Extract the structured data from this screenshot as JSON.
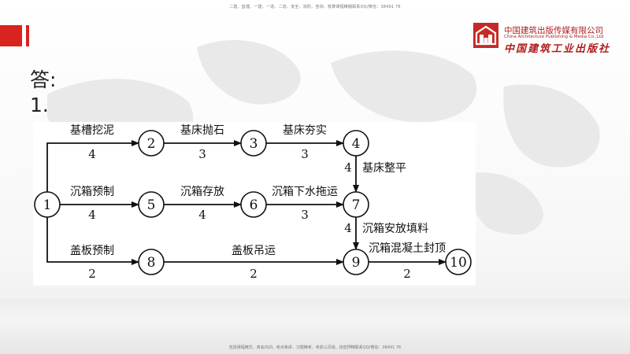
{
  "header": {
    "top_note": "二建、监理、一建、一造、二造、安全、消防、咨询、核算课程精髓联系QQ/微信：38491 76"
  },
  "footer": {
    "bottom_note": "包括课程精华、真会内训、考点串讲、习题精考、考前三页纸、抢密押精联系QQ/微信：38491 76"
  },
  "logo": {
    "name_cn": "中国建筑出版传媒有限公司",
    "name_en": "China Architecture Publishing & Media Co.,Ltd",
    "name_calligraphy": "中国建筑工业出版社"
  },
  "content": {
    "answer_label": "答:",
    "item_number": "1."
  },
  "network": {
    "nodes": [
      {
        "id": "1",
        "label": "1"
      },
      {
        "id": "2",
        "label": "2"
      },
      {
        "id": "3",
        "label": "3"
      },
      {
        "id": "4",
        "label": "4"
      },
      {
        "id": "5",
        "label": "5"
      },
      {
        "id": "6",
        "label": "6"
      },
      {
        "id": "7",
        "label": "7"
      },
      {
        "id": "8",
        "label": "8"
      },
      {
        "id": "9",
        "label": "9"
      },
      {
        "id": "10",
        "label": "10"
      }
    ],
    "activities": [
      {
        "from": "1",
        "to": "2",
        "name": "基槽挖泥",
        "duration": "4"
      },
      {
        "from": "2",
        "to": "3",
        "name": "基床抛石",
        "duration": "3"
      },
      {
        "from": "3",
        "to": "4",
        "name": "基床夯实",
        "duration": "3"
      },
      {
        "from": "4",
        "to": "7",
        "name": "基床整平",
        "duration": "4"
      },
      {
        "from": "1",
        "to": "5",
        "name": "沉箱预制",
        "duration": "4"
      },
      {
        "from": "5",
        "to": "6",
        "name": "沉箱存放",
        "duration": "4"
      },
      {
        "from": "6",
        "to": "7",
        "name": "沉箱下水拖运",
        "duration": "3"
      },
      {
        "from": "7",
        "to": "9",
        "name": "沉箱安放填料",
        "duration": "4"
      },
      {
        "from": "1",
        "to": "8",
        "name": "盖板预制",
        "duration": "2"
      },
      {
        "from": "8",
        "to": "9",
        "name": "盖板吊运",
        "duration": "2"
      },
      {
        "from": "9",
        "to": "10",
        "name": "沉箱混凝土封顶",
        "duration": "2"
      }
    ]
  }
}
